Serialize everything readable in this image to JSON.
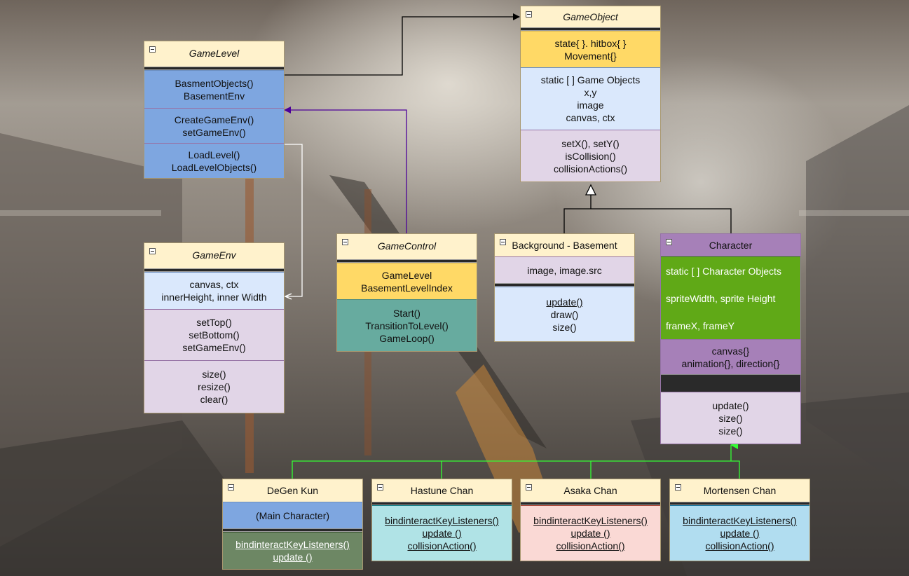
{
  "classes": {
    "game_object": {
      "name": "GameObject",
      "fields_a": [
        "state{ }. hitbox{ }",
        "Movement{}"
      ],
      "fields_b": [
        "static [ ] Game Objects",
        "x,y",
        "image",
        "canvas, ctx"
      ],
      "methods": [
        "setX(), setY()",
        "isCollision()",
        "collisionActions()"
      ]
    },
    "game_level": {
      "name": "GameLevel",
      "s1": [
        "BasmentObjects()",
        "BasementEnv"
      ],
      "s2": [
        "CreateGameEnv()",
        "setGameEnv()"
      ],
      "s3": [
        "LoadLevel()",
        "LoadLevelObjects()"
      ]
    },
    "game_env": {
      "name": "GameEnv",
      "fields": [
        "canvas, ctx",
        "innerHeight, inner Width"
      ],
      "m1": [
        "setTop()",
        "setBottom()",
        "setGameEnv()"
      ],
      "m2": [
        "size()",
        "resize()",
        "clear()"
      ]
    },
    "game_control": {
      "name": "GameControl",
      "fields": [
        "GameLevel",
        "BasementLevelIndex"
      ],
      "methods": [
        "Start()",
        "TransitionToLevel()",
        "GameLoop()"
      ]
    },
    "background": {
      "name": "Background - Basement",
      "fields": [
        "image, image.src"
      ],
      "methods": [
        "update()",
        "draw()",
        "size()"
      ]
    },
    "character": {
      "name": "Character",
      "fields_a": [
        "static [ ] Character Objects",
        "spriteWidth, sprite Height",
        "frameX, frameY"
      ],
      "fields_b": [
        "canvas{}",
        "animation{}, direction{}"
      ],
      "methods": [
        "update()",
        "size()",
        "size()"
      ]
    },
    "degen": {
      "name": "DeGen Kun",
      "fields": [
        "(Main Character)"
      ],
      "methods": [
        "bindinteractKeyListeners()",
        "update ()"
      ]
    },
    "hastune": {
      "name": "Hastune Chan",
      "methods": [
        "bindinteractKeyListeners()",
        "update ()",
        "collisionAction()"
      ]
    },
    "asaka": {
      "name": "Asaka Chan",
      "methods": [
        "bindinteractKeyListeners()",
        "update ()",
        "collisionAction()"
      ]
    },
    "mortensen": {
      "name": "Mortensen Chan",
      "methods": [
        "bindinteractKeyListeners()",
        "update ()",
        "collisionAction()"
      ]
    }
  },
  "colors": {
    "header": "#fff2cc",
    "gold": "#ffd966",
    "blue": "#7ea6e0",
    "light_blue": "#dae8fc",
    "lavender": "#e1d5e7",
    "teal": "#67ab9f",
    "green": "#60a917",
    "purple": "#a680b8",
    "olive": "#6d8764",
    "aqua": "#b0e3e6",
    "pink": "#fad9d5",
    "sky": "#b1ddf0",
    "inherit_green": "#33ff33",
    "assoc_purple": "#4c0099"
  },
  "icons": [
    "collapse-toggle-icon"
  ]
}
